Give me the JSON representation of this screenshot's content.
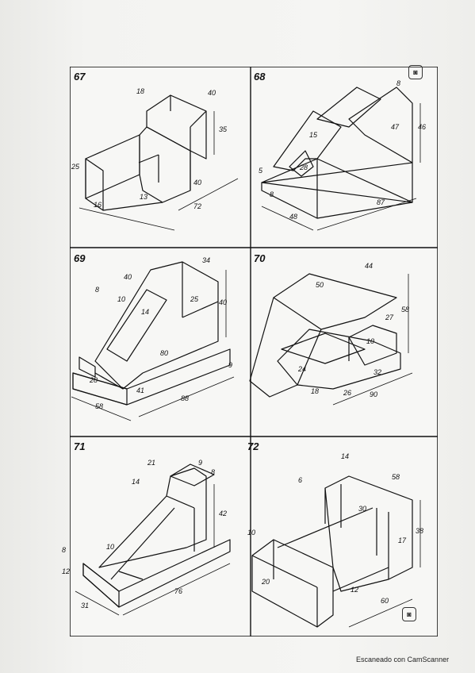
{
  "exercises": [
    {
      "number": "67",
      "dims": [
        "18",
        "40",
        "35",
        "25",
        "13",
        "40",
        "72",
        "16"
      ]
    },
    {
      "number": "68",
      "dims": [
        "8",
        "47",
        "46",
        "15",
        "28",
        "5",
        "8",
        "48",
        "87"
      ]
    },
    {
      "number": "69",
      "dims": [
        "34",
        "40",
        "8",
        "10",
        "14",
        "25",
        "40",
        "80",
        "9",
        "28",
        "41",
        "58",
        "88"
      ]
    },
    {
      "number": "70",
      "dims": [
        "44",
        "50",
        "27",
        "58",
        "10",
        "24",
        "32",
        "18",
        "26",
        "90"
      ]
    },
    {
      "number": "71",
      "dims": [
        "21",
        "9",
        "8",
        "14",
        "42",
        "10",
        "8",
        "12",
        "31",
        "76"
      ]
    },
    {
      "number": "72",
      "dims": [
        "14",
        "6",
        "58",
        "30",
        "38",
        "17",
        "10",
        "20",
        "12",
        "60"
      ]
    }
  ],
  "footer": {
    "text": "Escaneado con CamScanner"
  },
  "icons": {
    "scan_top": "camscanner-icon",
    "scan_bottom": "camscanner-icon"
  }
}
